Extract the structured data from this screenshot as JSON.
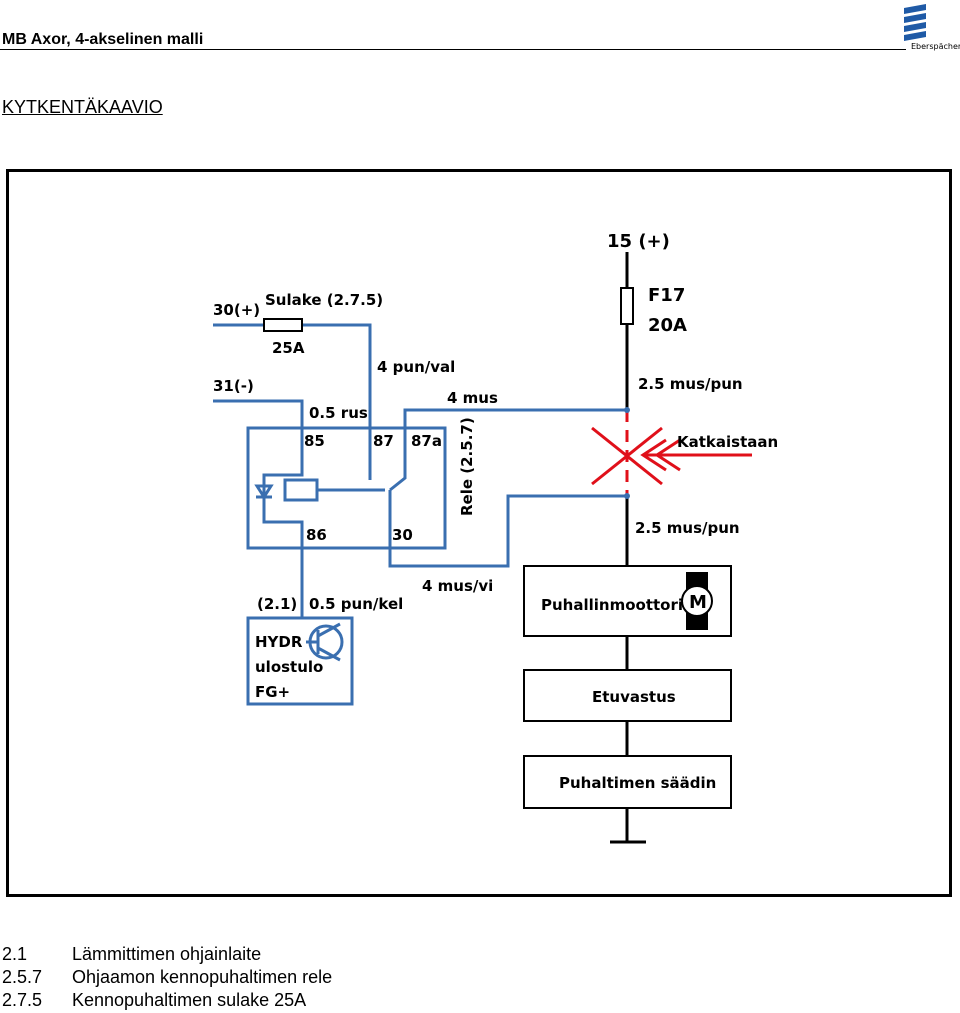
{
  "header": {
    "title": "MB Axor, 4-akselinen malli",
    "logo_text": "Eberspächer"
  },
  "section_title": "KYTKENTÄKAAVIO",
  "diagram": {
    "supply_15": "15 (+)",
    "fuse_f17": "F17",
    "fuse_f17_rating": "20A",
    "wire_top": "2.5 mus/pun",
    "wire_bottom": "2.5 mus/pun",
    "cut_label": "Katkaistaan",
    "supply_30": "30(+)",
    "fuse_sulake": "Sulake (2.7.5)",
    "fuse_sulake_rating": "25A",
    "ground_31": "31(-)",
    "wire_4punval": "4 pun/val",
    "wire_4mus": "4 mus",
    "wire_05rus": "0.5 rus",
    "pin_85": "85",
    "pin_87": "87",
    "pin_87a": "87a",
    "pin_86": "86",
    "pin_30": "30",
    "relay_label": "Rele (2.5.7)",
    "wire_4musvi": "4 mus/vi",
    "ref_21": "(2.1)",
    "wire_05punkel": "0.5 pun/kel",
    "hydr_line1": "HYDR",
    "hydr_line2": "ulostulo",
    "hydr_line3": "FG+",
    "motor_box": "Puhallinmoottori",
    "motor_symbol": "M",
    "resistor_box": "Etuvastus",
    "controller_box": "Puhaltimen säädin"
  },
  "legend": [
    {
      "code": "2.1",
      "text": "Lämmittimen ohjainlaite"
    },
    {
      "code": "2.5.7",
      "text": "Ohjaamon kennopuhaltimen rele"
    },
    {
      "code": "2.7.5",
      "text": "Kennopuhaltimen sulake 25A"
    }
  ],
  "colors": {
    "wire": "#3a6fb0",
    "cut": "#e0101a",
    "black": "#000000"
  }
}
